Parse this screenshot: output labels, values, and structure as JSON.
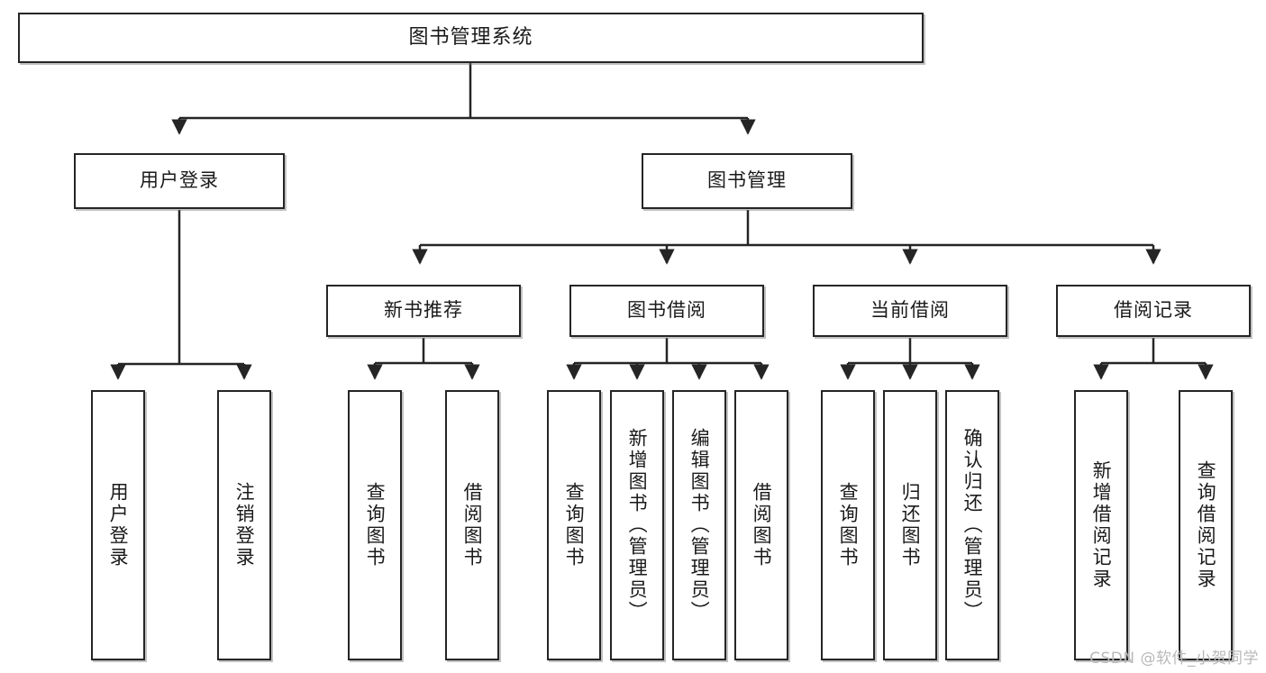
{
  "diagram": {
    "title": "图书管理系统",
    "type": "tree-hierarchy-diagram",
    "root": {
      "label": "图书管理系统"
    },
    "level2": [
      {
        "label": "用户登录"
      },
      {
        "label": "图书管理"
      }
    ],
    "level3": [
      {
        "label": "新书推荐"
      },
      {
        "label": "图书借阅"
      },
      {
        "label": "当前借阅"
      },
      {
        "label": "借阅记录"
      }
    ],
    "leaves": {
      "user_login": [
        {
          "label": "用户登录"
        },
        {
          "label": "注销登录"
        }
      ],
      "new_book_recommend": [
        {
          "label": "查询图书"
        },
        {
          "label": "借阅图书"
        }
      ],
      "book_borrow": [
        {
          "label": "查询图书"
        },
        {
          "label": "新增图书（管理员）"
        },
        {
          "label": "编辑图书（管理员）"
        },
        {
          "label": "借阅图书"
        }
      ],
      "current_borrow": [
        {
          "label": "查询图书"
        },
        {
          "label": "归还图书"
        },
        {
          "label": "确认归还（管理员）"
        }
      ],
      "borrow_records": [
        {
          "label": "新增借阅记录"
        },
        {
          "label": "查询借阅记录"
        }
      ]
    }
  },
  "watermark": {
    "text": "CSDN @软件_小贺同学"
  },
  "colors": {
    "stroke": "#252525",
    "box_fill": "#ffffff",
    "text": "#1a1a1a",
    "watermark": "#b9b9b9",
    "page_background": "#ffffff"
  }
}
